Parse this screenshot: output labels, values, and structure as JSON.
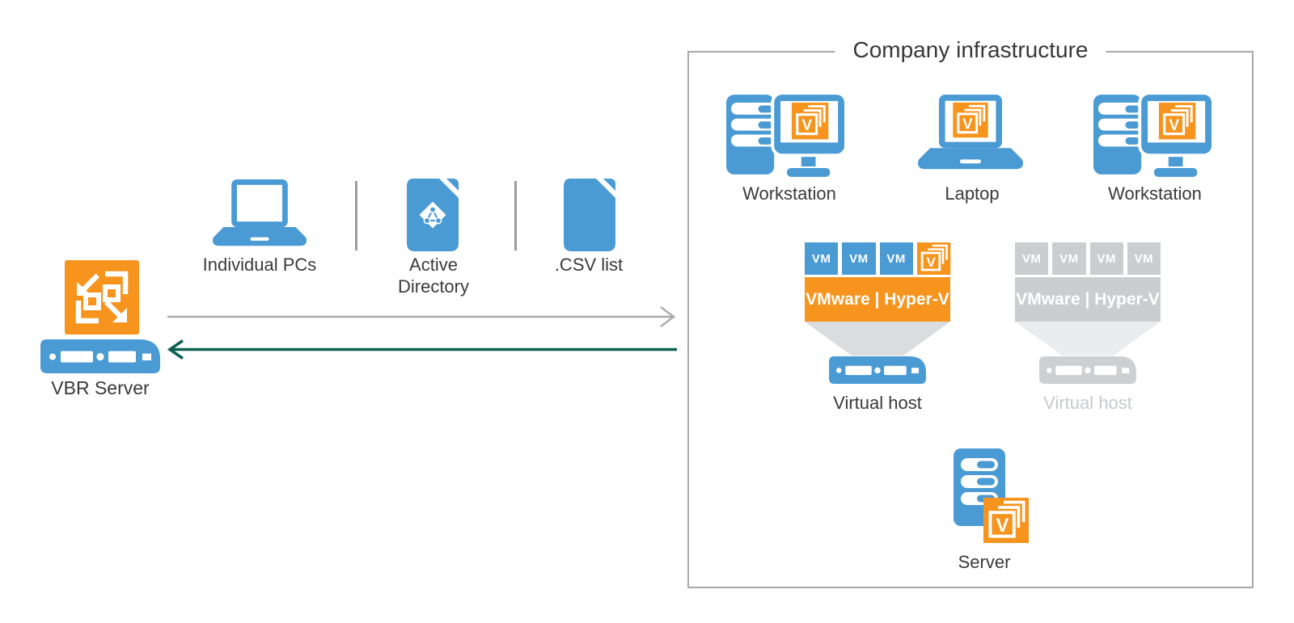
{
  "brand_colors": {
    "veeam_orange": "#f6941e",
    "veeam_blue": "#4a9ad4",
    "arrow_green": "#0c6152",
    "arrow_gray": "#ababab",
    "inactive_gray": "#cbcdcf"
  },
  "icons": {
    "veeam_badge_letter": "V"
  },
  "vbr_server": {
    "label": "VBR Server"
  },
  "onboarding_sources": {
    "individual_pcs_label": "Individual PCs",
    "active_directory_label": "Active Directory",
    "csv_list_label": ".CSV list"
  },
  "company_infrastructure": {
    "title": "Company infrastructure",
    "devices": [
      {
        "label": "Workstation"
      },
      {
        "label": "Laptop"
      },
      {
        "label": "Workstation"
      }
    ],
    "virtual_hosts": [
      {
        "state": "active",
        "label": "Virtual host",
        "hypervisor_label": "VMware | Hyper-V",
        "vm_tiles": [
          "VM",
          "VM",
          "VM"
        ]
      },
      {
        "state": "inactive",
        "label": "Virtual host",
        "hypervisor_label": "VMware | Hyper-V",
        "vm_tiles": [
          "VM",
          "VM",
          "VM",
          "VM"
        ]
      }
    ],
    "server": {
      "label": "Server"
    }
  }
}
